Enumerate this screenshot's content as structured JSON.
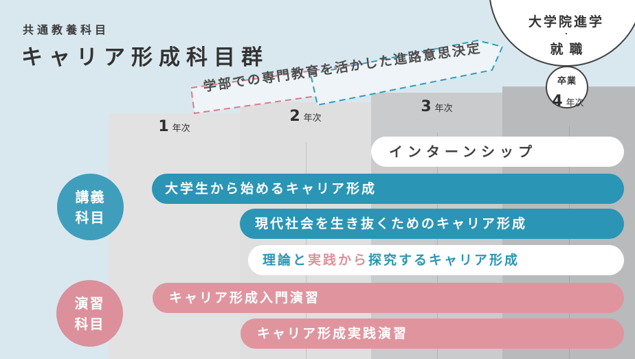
{
  "header": {
    "category_label": "共通教養科目",
    "title": "キャリア形成科目群"
  },
  "banner": {
    "text": "学部での専門教育を活かした進路意思決定"
  },
  "outcome": {
    "line1": "大学院進学",
    "separator": "・",
    "line2": "就職",
    "graduation_label": "卒業"
  },
  "year_axis": [
    {
      "num": "1",
      "unit": "年次"
    },
    {
      "num": "2",
      "unit": "年次"
    },
    {
      "num": "3",
      "unit": "年次"
    },
    {
      "num": "4",
      "unit": "年次"
    }
  ],
  "course_groups": {
    "lecture": {
      "line1": "講義",
      "line2": "科目",
      "color": "#3f9ebc"
    },
    "seminar": {
      "line1": "演習",
      "line2": "科目",
      "color": "#db909b"
    }
  },
  "courses": [
    {
      "label": "インターンシップ",
      "bar_style": "white",
      "years_span": "3年次〜4年次"
    },
    {
      "label": "大学生から始めるキャリア形成",
      "bar_style": "teal",
      "years_span": "1年次〜4年次"
    },
    {
      "label": "現代社会を生き抜くためのキャリア形成",
      "bar_style": "teal",
      "years_span": "2年次〜4年次"
    },
    {
      "segments": [
        {
          "text": "理論と",
          "color": "#2a95b5"
        },
        {
          "text": "実践から",
          "color": "#e08f9a"
        },
        {
          "text": "探究するキャリア形成",
          "color": "#2a95b5"
        }
      ],
      "bar_style": "white",
      "years_span": "2年次〜4年次"
    },
    {
      "label": "キャリア形成入門演習",
      "bar_style": "pink",
      "years_span": "1年次〜4年次"
    },
    {
      "label": "キャリア形成実践演習",
      "bar_style": "pink",
      "years_span": "2年次〜4年次"
    }
  ],
  "colors": {
    "background": "#d9e8ee",
    "teal_bar": "#2a95b5",
    "pink_bar": "#e0959e",
    "lecture_badge": "#3f9ebc",
    "seminar_badge": "#db909b",
    "banner_fill": "#eef4f7",
    "banner_dash_pink": "#dd7a85",
    "banner_dash_blue": "#2e9cbe",
    "year_col_1": "#e2e2e3",
    "year_col_2": "#dfdfe0",
    "year_col_3": "#cacbcc",
    "year_col_4": "#b9babc",
    "text_dark": "#3b3b3b"
  }
}
